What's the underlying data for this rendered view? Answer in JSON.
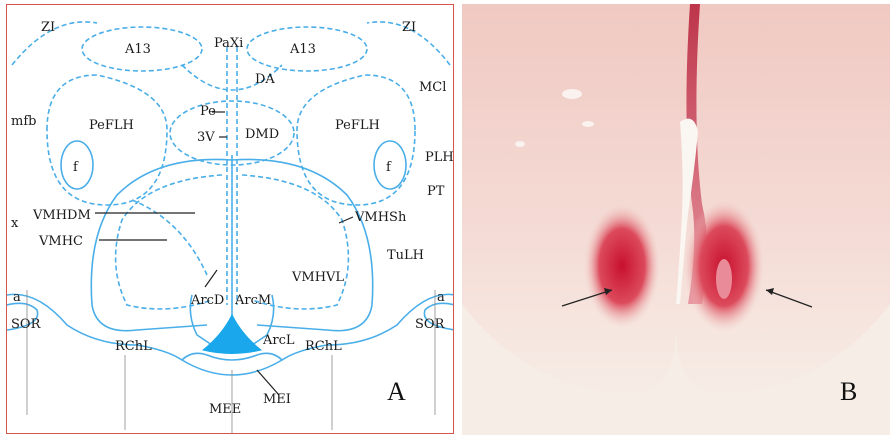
{
  "panel_a": {
    "letter": "A",
    "labels": {
      "zi_left": "ZI",
      "zi_right": "ZI",
      "a13_left": "A13",
      "a13_right": "A13",
      "paxi": "PaXi",
      "da": "DA",
      "mcl": "MCl",
      "mfb": "mfb",
      "pefl_left": "PeFLH",
      "pefl_right": "PeFLH",
      "pe": "Pe",
      "v3": "3V",
      "dmd": "DMD",
      "f_left": "f",
      "f_right": "f",
      "plh": "PLH",
      "pt": "PT",
      "x": "x",
      "vmhdm": "VMHDM",
      "vmhc": "VMHC",
      "vmhsh": "VMHSh",
      "tulh": "TuLH",
      "vmhvl": "VMHVL",
      "arcd": "ArcD",
      "arcm": "ArcM",
      "arcl": "ArcL",
      "a_left": "a",
      "a_right": "a",
      "sor_left": "SOR",
      "sor_right": "SOR",
      "rchl_left": "RChL",
      "rchl_right": "RChL",
      "mei": "MEI",
      "mee": "MEE"
    }
  },
  "panel_b": {
    "letter": "B"
  },
  "colors": {
    "outline": "#4aaee8",
    "median_eminence": "#1aa7ec",
    "frame": "#d9534f",
    "stain": "#c8102e",
    "tissue": "#f1d6cf"
  }
}
